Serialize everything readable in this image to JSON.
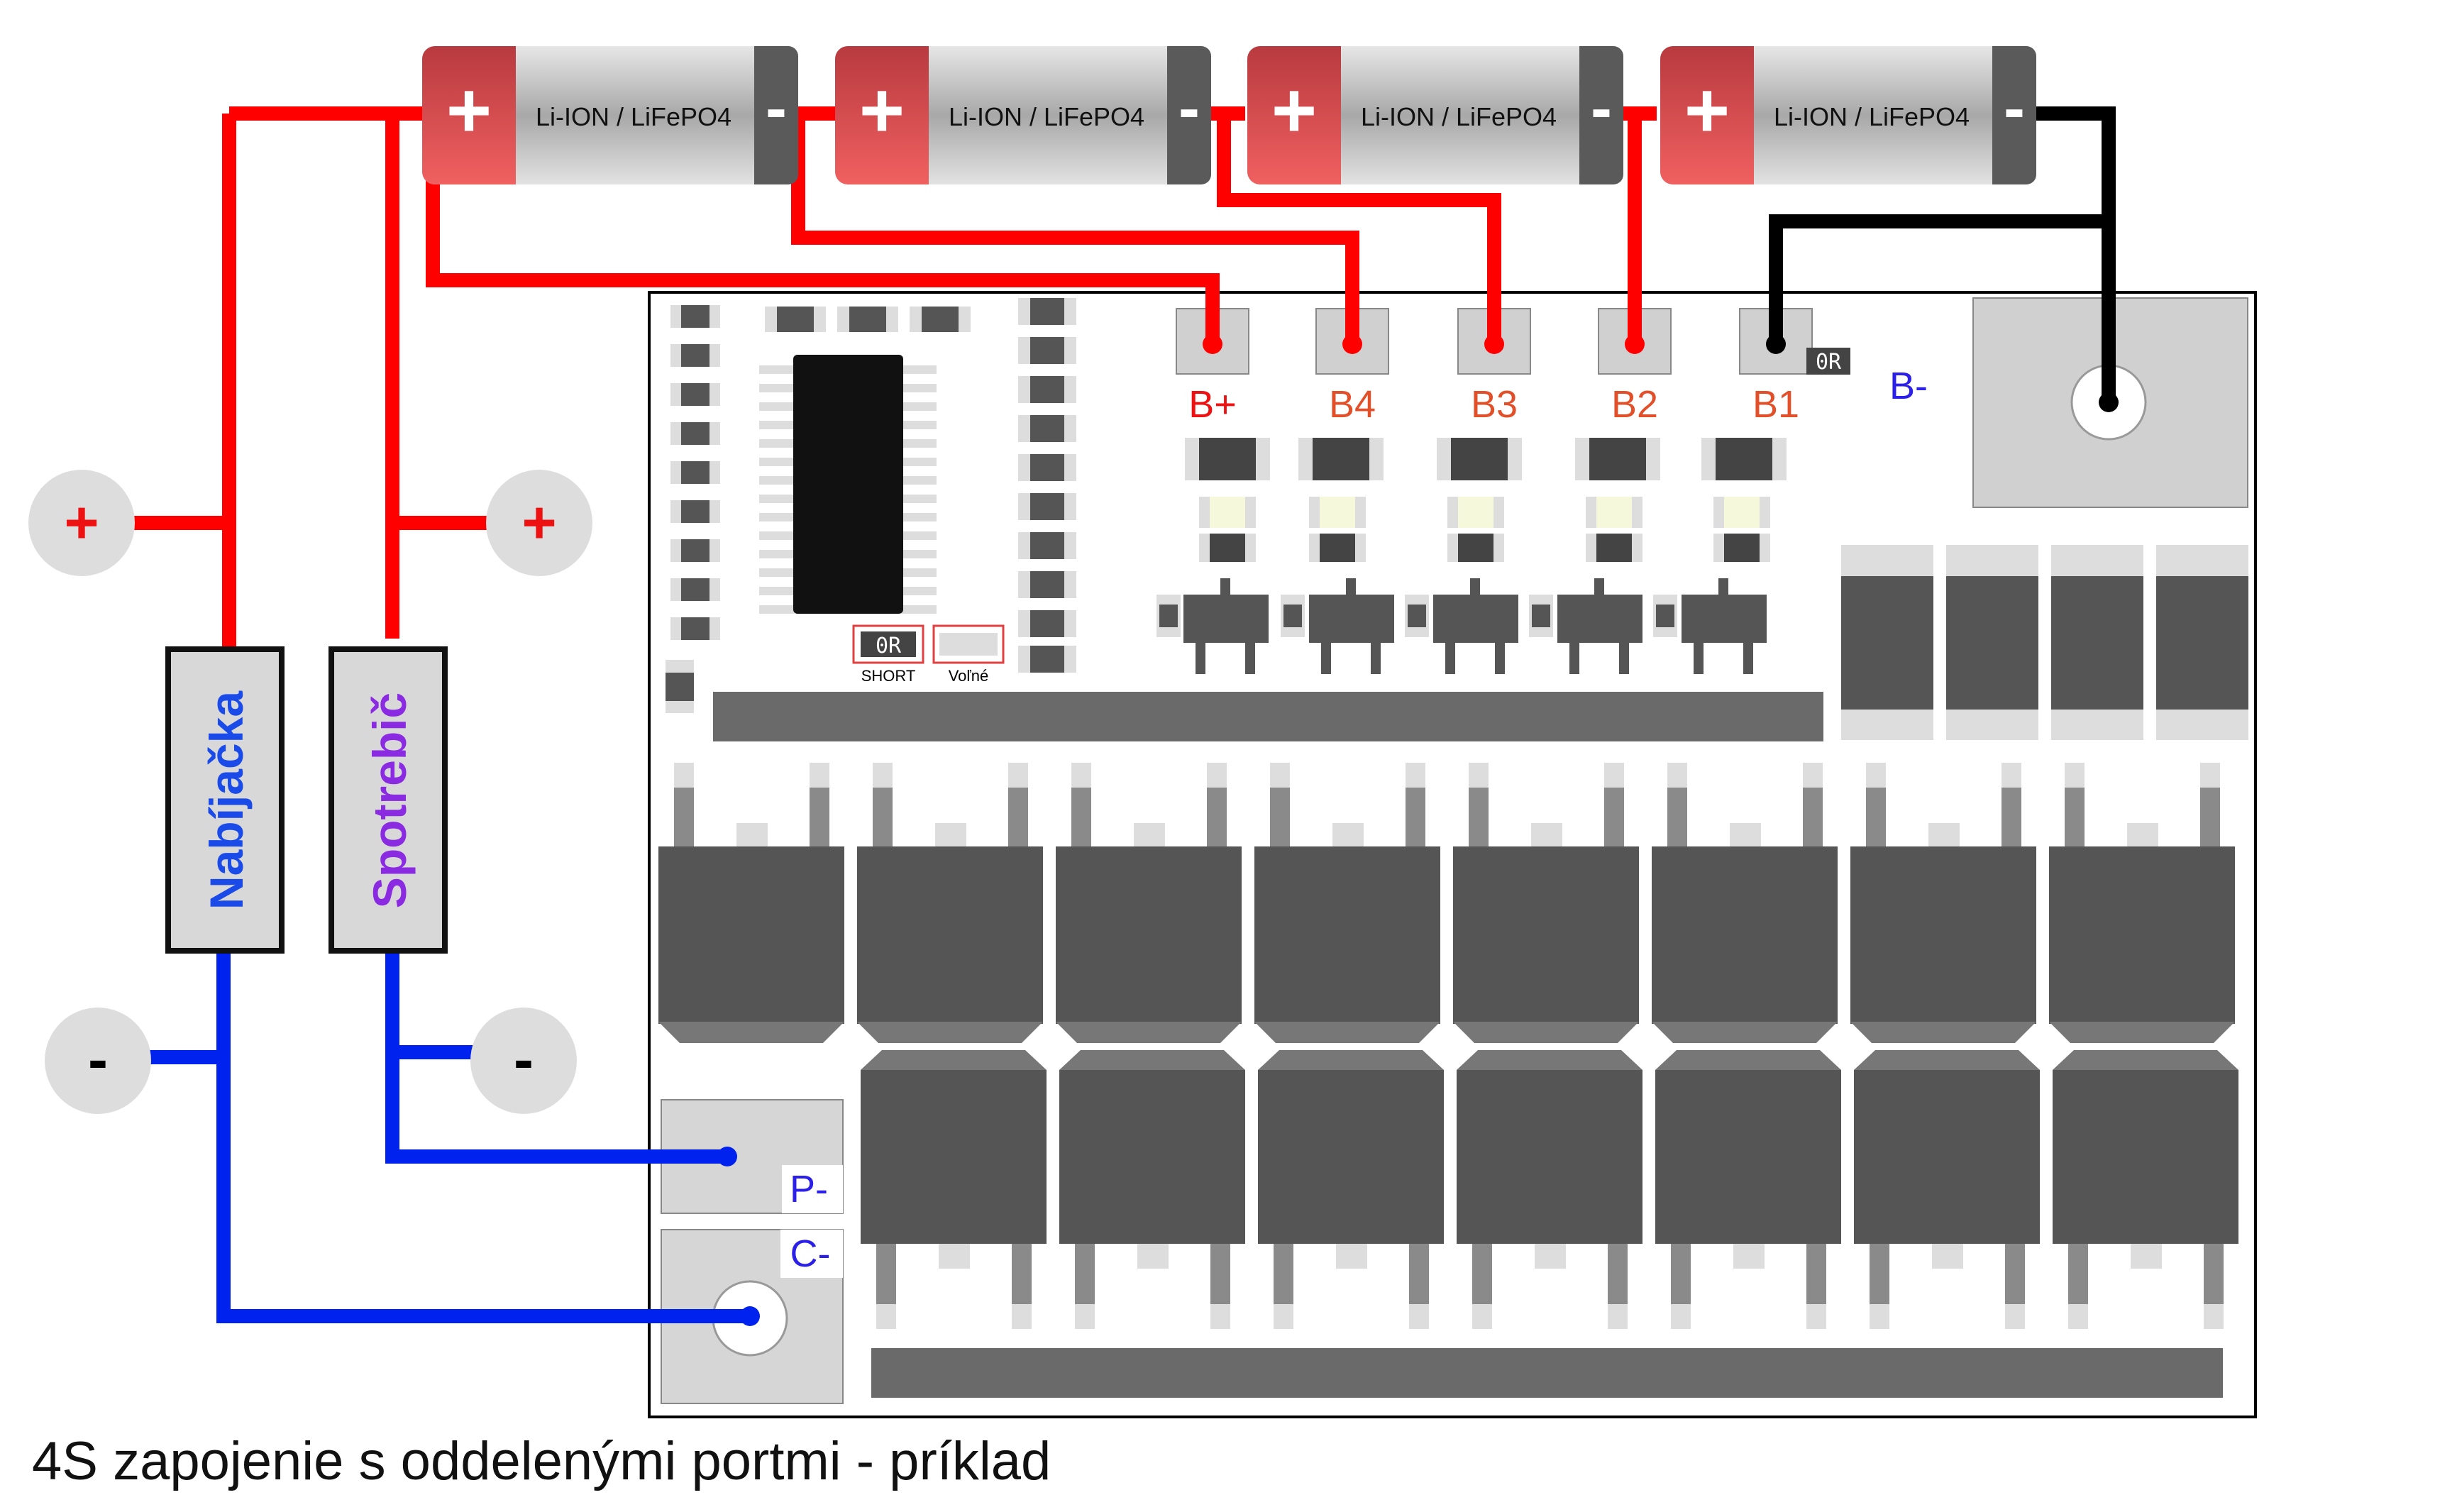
{
  "batteries": [
    {
      "plus": "+",
      "label": "Li-ION / LiFePO4",
      "minus": "-"
    },
    {
      "plus": "+",
      "label": "Li-ION / LiFePO4",
      "minus": "-"
    },
    {
      "plus": "+",
      "label": "Li-ION / LiFePO4",
      "minus": "-"
    },
    {
      "plus": "+",
      "label": "Li-ION / LiFePO4",
      "minus": "-"
    }
  ],
  "pads": {
    "bplus": "B+",
    "b4": "B4",
    "b3": "B3",
    "b2": "B2",
    "b1": "B1",
    "bminus": "B-"
  },
  "ports": {
    "pminus": "P-",
    "cminus": "C-"
  },
  "jumpers": {
    "zero_ohm": "0R",
    "short_label": "SHORT",
    "free_label": "Voľné",
    "b1_zero_ohm": "0R"
  },
  "devices": {
    "charger": "Nabíjačka",
    "load": "Spotrebič"
  },
  "terminals": {
    "plus": "+",
    "minus": "-"
  },
  "caption": "4S zapojenie s oddelenými portmi - príklad",
  "colors": {
    "positive_wire": "#ff0000",
    "negative_wire": "#0022ee",
    "ground_wire": "#000000",
    "pad_label": "#e2502a",
    "port_label": "#2b1fe8",
    "charger_text": "#1a4be8",
    "load_text": "#8a2be2"
  }
}
